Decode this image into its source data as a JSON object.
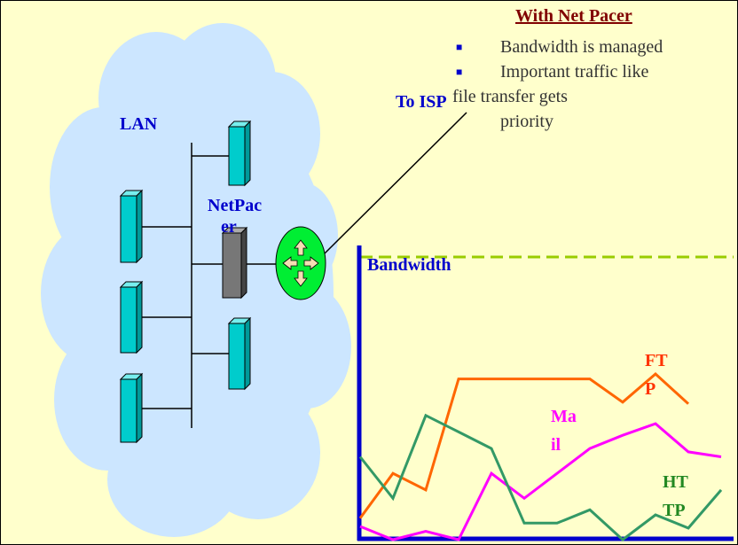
{
  "colors": {
    "background": "#ffffcc",
    "cloud": "#cce6ff",
    "device": "#00cccc",
    "netpacer_box": "#777777",
    "router": "#00ee33",
    "label_blue": "#0000cc",
    "heading": "#800000",
    "ftp": "#ff6600",
    "mail": "#ff00ff",
    "http": "#339966",
    "limit": "#99cc00"
  },
  "heading": "With Net Pacer",
  "bullets": [
    {
      "lines": [
        "Bandwidth is managed"
      ]
    },
    {
      "lines": [
        "Important traffic like",
        "file transfer gets",
        "priority"
      ]
    }
  ],
  "labels": {
    "lan": "LAN",
    "netpacer": [
      "NetPac",
      "er"
    ],
    "to_isp": "To ISP"
  },
  "icons": {
    "router": "router-icon"
  },
  "chart_data": {
    "type": "line",
    "ylabel": "Bandwidth",
    "limit_line": true,
    "series": [
      {
        "name": "FTP",
        "label_lines": [
          "FT",
          "P"
        ],
        "color": "#ff6600",
        "points": [
          [
            0,
            0.13
          ],
          [
            1,
            0.4
          ],
          [
            2,
            0.3
          ],
          [
            3,
            0.97
          ],
          [
            4,
            0.97
          ],
          [
            5,
            0.97
          ],
          [
            6,
            0.97
          ],
          [
            7,
            0.97
          ],
          [
            8,
            0.83
          ],
          [
            9,
            1.0
          ],
          [
            10,
            0.82
          ]
        ]
      },
      {
        "name": "Mail",
        "label_lines": [
          "Ma",
          "il"
        ],
        "color": "#ff00ff",
        "points": [
          [
            0,
            0.08
          ],
          [
            1,
            0.0
          ],
          [
            2,
            0.05
          ],
          [
            3,
            0.0
          ],
          [
            4,
            0.4
          ],
          [
            5,
            0.25
          ],
          [
            6,
            0.4
          ],
          [
            7,
            0.55
          ],
          [
            8,
            0.63
          ],
          [
            9,
            0.7
          ],
          [
            10,
            0.53
          ],
          [
            11,
            0.5
          ]
        ]
      },
      {
        "name": "HTTP",
        "label_lines": [
          "HT",
          "TP"
        ],
        "color": "#339966",
        "points": [
          [
            0,
            0.5
          ],
          [
            1,
            0.25
          ],
          [
            2,
            0.75
          ],
          [
            3,
            0.65
          ],
          [
            4,
            0.55
          ],
          [
            5,
            0.1
          ],
          [
            6,
            0.1
          ],
          [
            7,
            0.18
          ],
          [
            8,
            0.0
          ],
          [
            9,
            0.15
          ],
          [
            10,
            0.07
          ],
          [
            11,
            0.3
          ]
        ]
      }
    ]
  }
}
